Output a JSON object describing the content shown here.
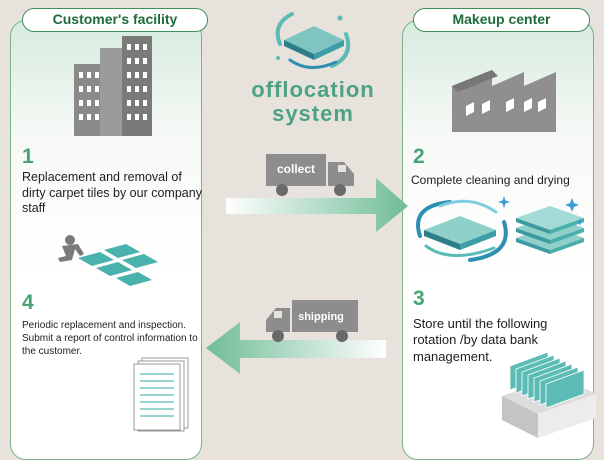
{
  "left_panel": {
    "header": "Customer's facility",
    "step1": {
      "number": "1",
      "text": "Replacement and removal of dirty carpet tiles by our company staff"
    },
    "step4": {
      "number": "4",
      "text": "Periodic replacement and inspection. Submit a report of control information to the customer."
    }
  },
  "right_panel": {
    "header": "Makeup center",
    "step2": {
      "number": "2",
      "text": "Complete cleaning and drying"
    },
    "step3": {
      "number": "3",
      "text": "Store until the following rotation /by data bank management."
    }
  },
  "logo": {
    "line1": "offlocation",
    "line2": "system"
  },
  "trucks": {
    "collect": "collect",
    "shipping": "shipping"
  },
  "colors": {
    "accent_green": "#47a275",
    "header_border": "#3d8f5e",
    "teal": "#5cbcb5",
    "arrow_green": "#6fbc97",
    "gray_icon": "#8d8d8d"
  },
  "icons": [
    "buildings-icon",
    "factory-icon",
    "truck-icon",
    "carpet-tile-icon",
    "worker-icon",
    "document-stack-icon",
    "tile-rack-icon",
    "water-swirl-icon",
    "sparkle-icon"
  ]
}
